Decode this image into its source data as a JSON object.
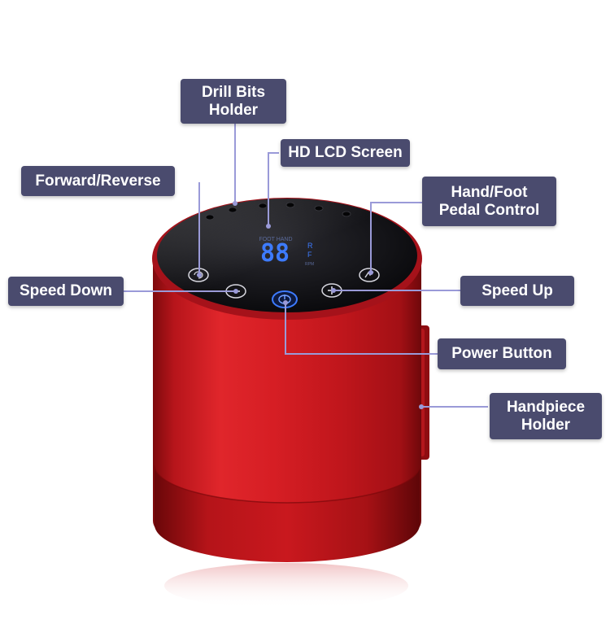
{
  "labels": {
    "drill_bits_holder": [
      "Drill Bits",
      "Holder"
    ],
    "hd_lcd_screen": "HD LCD Screen",
    "forward_reverse": "Forward/Reverse",
    "hand_foot": [
      "Hand/Foot",
      "Pedal Control"
    ],
    "speed_down": "Speed Down",
    "speed_up": "Speed Up",
    "power_button": "Power Button",
    "handpiece_holder": [
      "Handpiece",
      "Holder"
    ]
  },
  "lcd": {
    "top_text": "FOOT  HAND",
    "digits": "88",
    "dir_r": "R",
    "dir_f": "F",
    "unit": "RPM"
  },
  "colors": {
    "label_bg": "#4a4b6e",
    "leader_line": "#9a9ad8",
    "body_red": "#c8141a",
    "lcd_blue": "#3d7bff"
  }
}
